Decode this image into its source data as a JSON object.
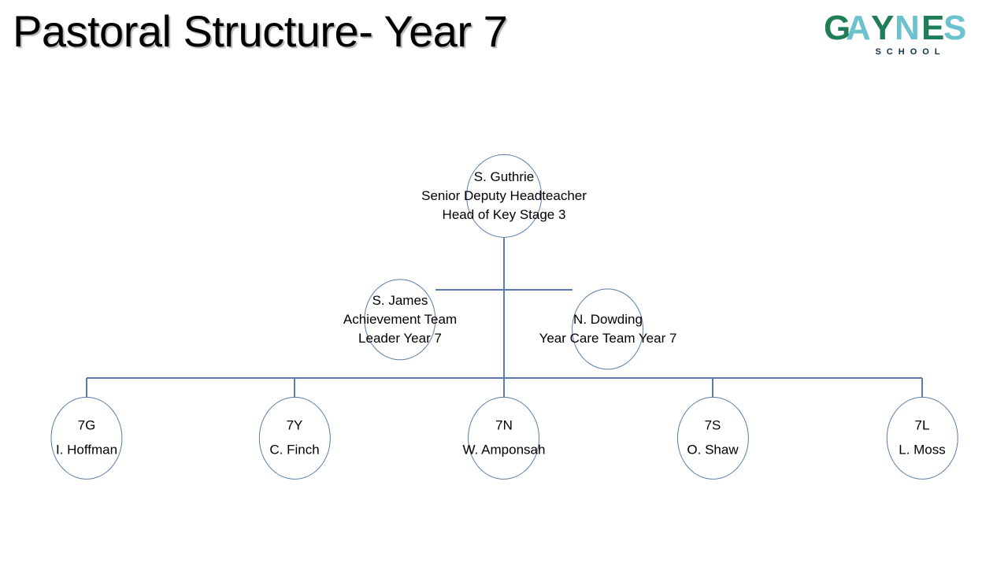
{
  "slide": {
    "title": "Pastoral Structure- Year 7",
    "background_color": "#ffffff",
    "line_color": "#5b7ca8",
    "text_color": "#000000"
  },
  "logo": {
    "word": "GAYNES",
    "subtitle": "SCHOOL",
    "letters": [
      "G",
      "A",
      "Y",
      "N",
      "E",
      "S"
    ],
    "color_light": "#5bbcc8",
    "color_dark": "#13774f",
    "subtitle_color": "#14304a"
  },
  "chart_data": {
    "type": "diagram",
    "diagram_type": "organization-chart",
    "title": "Pastoral Structure- Year 7",
    "orientation": "top-down",
    "levels": 3,
    "node_shape": "ellipse",
    "nodes": [
      {
        "id": "guthrie",
        "level": 1,
        "lines": [
          "S. Guthrie",
          "Senior Deputy Headteacher",
          "Head of Key Stage 3"
        ],
        "name": "S. Guthrie",
        "role": "Senior Deputy Headteacher / Head of Key Stage 3"
      },
      {
        "id": "james",
        "level": 2,
        "lines": [
          "S. James",
          "Achievement  Team",
          "Leader Year  7"
        ],
        "name": "S. James",
        "role": "Achievement Team Leader Year 7"
      },
      {
        "id": "dowding",
        "level": 2,
        "lines": [
          "N. Dowding",
          "Year  Care Team Year  7"
        ],
        "name": "N. Dowding",
        "role": "Year Care Team Year 7"
      },
      {
        "id": "form-7g",
        "level": 3,
        "lines": [
          "7G",
          "I. Hoffman"
        ],
        "form": "7G",
        "name": "I. Hoffman"
      },
      {
        "id": "form-7y",
        "level": 3,
        "lines": [
          "7Y",
          "C. Finch"
        ],
        "form": "7Y",
        "name": "C. Finch"
      },
      {
        "id": "form-7n",
        "level": 3,
        "lines": [
          "7N",
          "W. Amponsah"
        ],
        "form": "7N",
        "name": "W. Amponsah"
      },
      {
        "id": "form-7s",
        "level": 3,
        "lines": [
          "7S",
          "O. Shaw"
        ],
        "form": "7S",
        "name": "O. Shaw"
      },
      {
        "id": "form-7l",
        "level": 3,
        "lines": [
          "7L",
          "L. Moss"
        ],
        "form": "7L",
        "name": "L. Moss"
      }
    ],
    "edges": [
      {
        "from": "guthrie",
        "to": "james"
      },
      {
        "from": "guthrie",
        "to": "dowding"
      },
      {
        "from": "guthrie",
        "to": "form-7g"
      },
      {
        "from": "guthrie",
        "to": "form-7y"
      },
      {
        "from": "guthrie",
        "to": "form-7n"
      },
      {
        "from": "guthrie",
        "to": "form-7s"
      },
      {
        "from": "guthrie",
        "to": "form-7l"
      }
    ]
  }
}
